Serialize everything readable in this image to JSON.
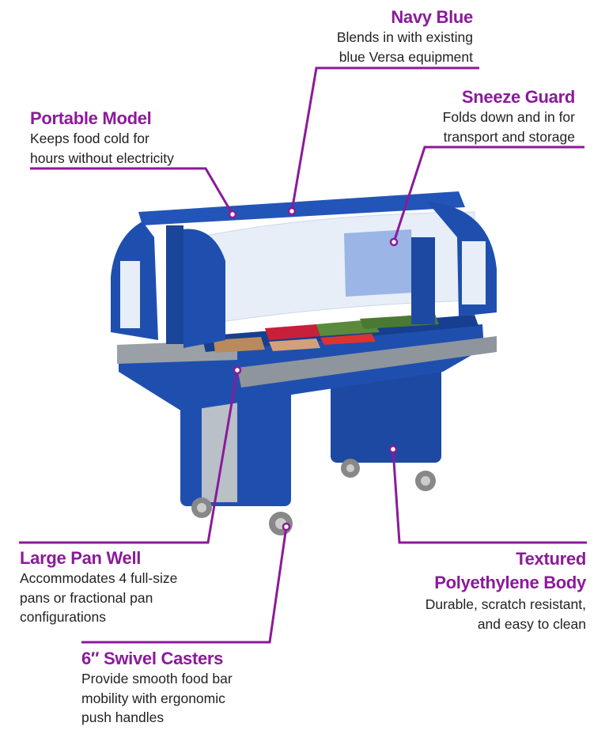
{
  "colors": {
    "accent": "#8b1a9a",
    "body_blue": "#1f4fae",
    "text": "#222222"
  },
  "callouts": {
    "navy_blue": {
      "title": "Navy Blue",
      "lines": [
        "Blends in with existing",
        "blue Versa equipment"
      ]
    },
    "portable_model": {
      "title": "Portable Model",
      "lines": [
        "Keeps food cold for",
        "hours without electricity"
      ]
    },
    "sneeze_guard": {
      "title": "Sneeze Guard",
      "lines": [
        "Folds down and in for",
        "transport and storage"
      ]
    },
    "large_pan_well": {
      "title": "Large Pan Well",
      "lines": [
        "Accommodates 4 full-size",
        "pans or fractional pan",
        "configurations"
      ]
    },
    "textured_body": {
      "title_lines": [
        "Textured",
        "Polyethylene Body"
      ],
      "lines": [
        "Durable, scratch resistant,",
        "and easy to clean"
      ]
    },
    "swivel_casters": {
      "title": "6″ Swivel Casters",
      "lines": [
        "Provide smooth food bar",
        "mobility with ergonomic",
        "push handles"
      ]
    }
  }
}
